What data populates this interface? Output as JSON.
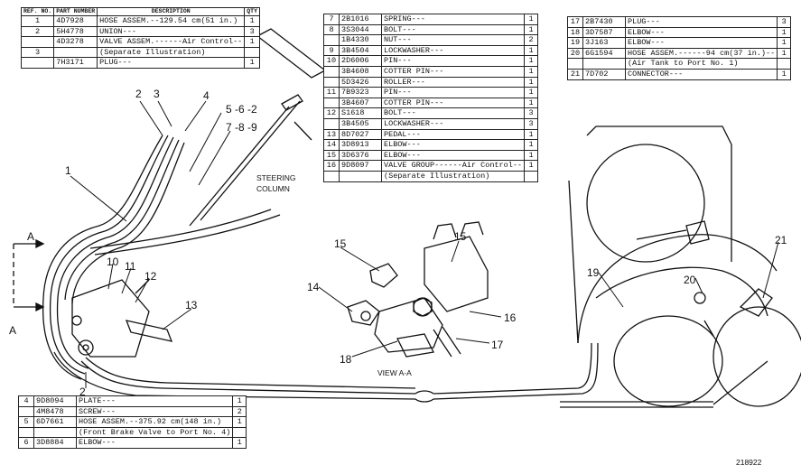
{
  "table_top_left": {
    "headers": {
      "ref": "REF. NO.",
      "part": "PART NUMBER",
      "desc": "DESCRIPTION",
      "qty": "QTY"
    },
    "rows": [
      {
        "ref": "1",
        "part": "4D7928",
        "desc": "HOSE ASSEM.--129.54 cm(51 in.)",
        "qty": "1"
      },
      {
        "ref": "2",
        "part": "5H4778",
        "desc": "UNION---",
        "qty": "3"
      },
      {
        "ref": "",
        "part": "4D3278",
        "desc": "VALVE ASSEM.------Air Control--",
        "qty": "1"
      },
      {
        "ref": "3",
        "part": "",
        "desc": "(Separate Illustration)",
        "qty": ""
      },
      {
        "ref": "",
        "part": "7H3171",
        "desc": "PLUG---",
        "qty": "1"
      }
    ]
  },
  "table_top_mid": {
    "rows": [
      {
        "ref": "7",
        "part": "2B1016",
        "desc": "SPRING---",
        "qty": "1"
      },
      {
        "ref": "8",
        "part": "3S3044",
        "desc": "BOLT---",
        "qty": "1"
      },
      {
        "ref": "",
        "part": "1B4330",
        "desc": "NUT---",
        "qty": "2"
      },
      {
        "ref": "9",
        "part": "3B4504",
        "desc": "LOCKWASHER---",
        "qty": "1"
      },
      {
        "ref": "10",
        "part": "2D6006",
        "desc": "PIN---",
        "qty": "1"
      },
      {
        "ref": "",
        "part": "3B4608",
        "desc": "COTTER PIN---",
        "qty": "1"
      },
      {
        "ref": "",
        "part": "5D3426",
        "desc": "ROLLER---",
        "qty": "1"
      },
      {
        "ref": "11",
        "part": "7B9323",
        "desc": "PIN---",
        "qty": "1"
      },
      {
        "ref": "",
        "part": "3B4607",
        "desc": "COTTER PIN---",
        "qty": "1"
      },
      {
        "ref": "12",
        "part": "S1618",
        "desc": "BOLT---",
        "qty": "3"
      },
      {
        "ref": "",
        "part": "3B4505",
        "desc": "LOCKWASHER---",
        "qty": "3"
      },
      {
        "ref": "13",
        "part": "8D7027",
        "desc": "PEDAL---",
        "qty": "1"
      },
      {
        "ref": "14",
        "part": "3D8913",
        "desc": "ELBOW---",
        "qty": "1"
      },
      {
        "ref": "15",
        "part": "3D6376",
        "desc": "ELBOW---",
        "qty": "1"
      },
      {
        "ref": "16",
        "part": "9D8097",
        "desc": "VALVE GROUP------Air Control--",
        "qty": "1"
      },
      {
        "ref": "",
        "part": "",
        "desc": "(Separate Illustration)",
        "qty": ""
      }
    ]
  },
  "table_top_right": {
    "rows": [
      {
        "ref": "17",
        "part": "2B7430",
        "desc": "PLUG---",
        "qty": "3"
      },
      {
        "ref": "18",
        "part": "3D7587",
        "desc": "ELBOW---",
        "qty": "1"
      },
      {
        "ref": "19",
        "part": "3J163",
        "desc": "ELBOW---",
        "qty": "1"
      },
      {
        "ref": "20",
        "part": "6G1594",
        "desc": "HOSE ASSEM.------94 cm(37 in.)--",
        "qty": "1"
      },
      {
        "ref": "",
        "part": "",
        "desc": "(Air Tank to Port No. 1)",
        "qty": ""
      },
      {
        "ref": "21",
        "part": "7D702",
        "desc": "CONNECTOR---",
        "qty": "1"
      }
    ]
  },
  "table_bottom_left": {
    "rows": [
      {
        "ref": "4",
        "part": "9D8094",
        "desc": "PLATE---",
        "qty": "1"
      },
      {
        "ref": "",
        "part": "4M8478",
        "desc": "SCREW---",
        "qty": "2"
      },
      {
        "ref": "5",
        "part": "6D7661",
        "desc": "HOSE ASSEM.--375.92 cm(148 in.)",
        "qty": "1"
      },
      {
        "ref": "",
        "part": "",
        "desc": "(Front Brake Valve to Port No. 4)",
        "qty": ""
      },
      {
        "ref": "6",
        "part": "3D8884",
        "desc": "ELBOW---",
        "qty": "1"
      }
    ]
  },
  "callouts": {
    "c1": "1",
    "c2a": "2",
    "c2b": "2",
    "c3": "3",
    "c4": "4",
    "c562": "5 -6 -2",
    "c789": "7 -8 -9",
    "c10": "10",
    "c11": "11",
    "c12": "12",
    "c13": "13",
    "c14": "14",
    "c15a": "15",
    "c15b": "15",
    "c16": "16",
    "c17": "17",
    "c18": "18",
    "c19": "19",
    "c20": "20",
    "c21": "21",
    "a_top": "A",
    "a_bottom": "A"
  },
  "labels": {
    "steering": "STEERING",
    "column": "COLUMN",
    "view": "VIEW A-A",
    "figure_number": "218922"
  }
}
